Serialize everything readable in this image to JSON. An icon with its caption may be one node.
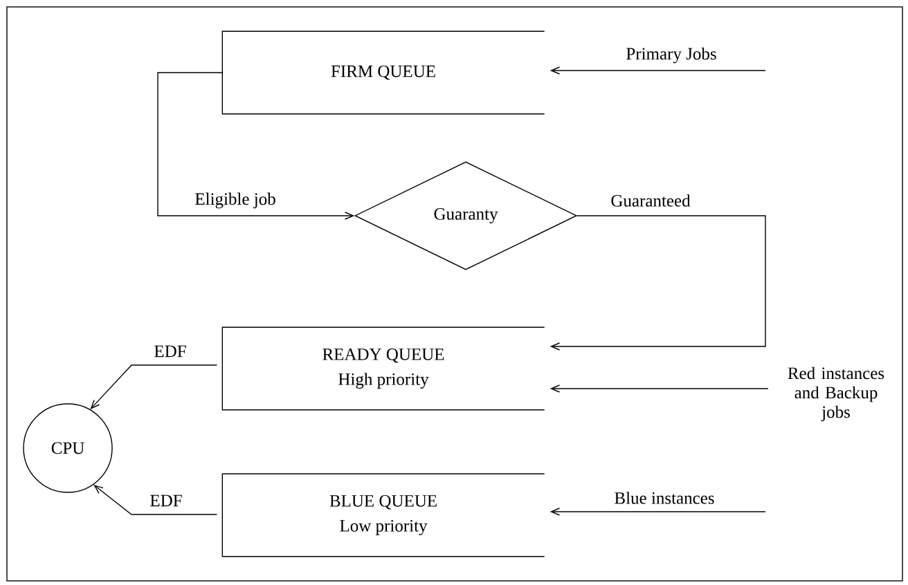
{
  "diagram": {
    "nodes": [
      {
        "text": [
          "FIRM QUEUE"
        ]
      },
      {
        "text": [
          "Guaranty"
        ]
      },
      {
        "text": [
          "READY QUEUE",
          "High priority"
        ]
      },
      {
        "text": [
          "BLUE QUEUE",
          "Low priority"
        ]
      },
      {
        "text": [
          "CPU"
        ]
      }
    ],
    "edges": [
      {
        "from": null,
        "to": 0,
        "arrow": "to",
        "label": "Primary Jobs"
      },
      {
        "from": 0,
        "to": 1,
        "arrow": "to",
        "label": "Eligible job"
      },
      {
        "from": 1,
        "to": 2,
        "arrow": "to",
        "label": "Guaranteed"
      },
      {
        "from": null,
        "to": 2,
        "arrow": "to",
        "label": "Red instances and Backup jobs"
      },
      {
        "from": null,
        "to": 3,
        "arrow": "to",
        "label": "Blue instances"
      },
      {
        "from": 2,
        "to": 4,
        "arrow": "to",
        "label": "EDF"
      },
      {
        "from": 3,
        "to": 4,
        "arrow": "to",
        "label": "EDF"
      }
    ]
  }
}
